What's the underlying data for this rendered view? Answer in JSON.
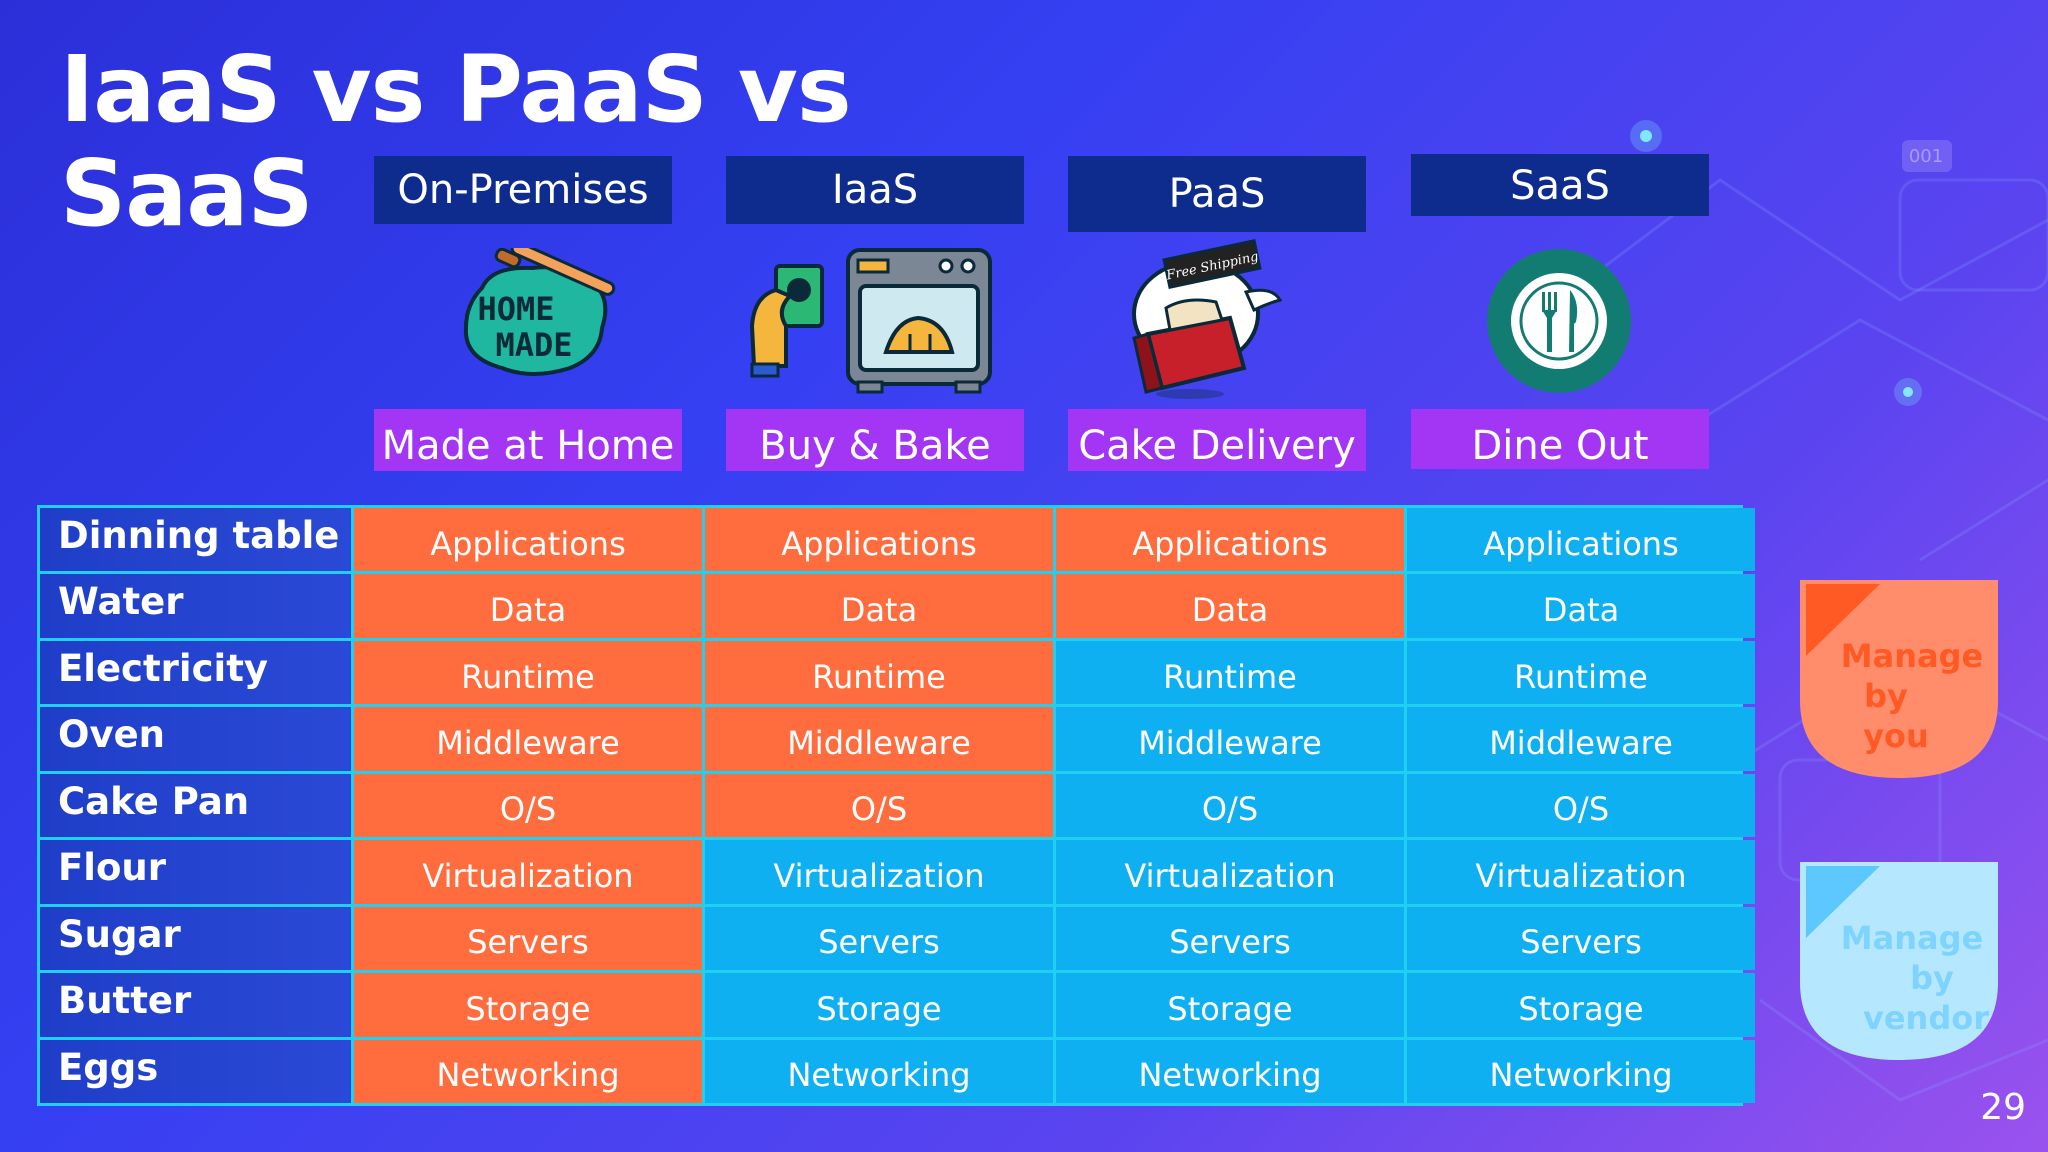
{
  "slide": {
    "title": "IaaS vs PaaS vs SaaS",
    "page_number": "29",
    "watermark": "001"
  },
  "columns": [
    {
      "header": "On-Premises",
      "analogy": "Made at Home",
      "icon": "home-made-icon",
      "icon_text": [
        "HOME",
        "MADE"
      ]
    },
    {
      "header": "IaaS",
      "analogy": "Buy & Bake",
      "icon": "oven-icon"
    },
    {
      "header": "PaaS",
      "analogy": "Cake Delivery",
      "icon": "cake-delivery-icon",
      "icon_text": [
        "Free Shipping"
      ]
    },
    {
      "header": "SaaS",
      "analogy": "Dine Out",
      "icon": "plate-cutlery-icon"
    }
  ],
  "rows": [
    {
      "label": "Dinning table",
      "layer": "Applications",
      "managed_by_you": [
        true,
        true,
        true,
        false
      ]
    },
    {
      "label": "Water",
      "layer": "Data",
      "managed_by_you": [
        true,
        true,
        true,
        false
      ]
    },
    {
      "label": "Electricity",
      "layer": "Runtime",
      "managed_by_you": [
        true,
        true,
        false,
        false
      ]
    },
    {
      "label": "Oven",
      "layer": "Middleware",
      "managed_by_you": [
        true,
        true,
        false,
        false
      ]
    },
    {
      "label": "Cake Pan",
      "layer": "O/S",
      "managed_by_you": [
        true,
        true,
        false,
        false
      ]
    },
    {
      "label": "Flour",
      "layer": "Virtualization",
      "managed_by_you": [
        true,
        false,
        false,
        false
      ]
    },
    {
      "label": "Sugar",
      "layer": "Servers",
      "managed_by_you": [
        true,
        false,
        false,
        false
      ]
    },
    {
      "label": "Butter",
      "layer": "Storage",
      "managed_by_you": [
        true,
        false,
        false,
        false
      ]
    },
    {
      "label": "Eggs",
      "layer": "Networking",
      "managed_by_you": [
        true,
        false,
        false,
        false
      ]
    }
  ],
  "legend": {
    "you": {
      "label": "Manage by you",
      "lines": [
        "Manage",
        "by",
        "you"
      ],
      "color": "#ff6d3f"
    },
    "vendor": {
      "label": "Manage by vendor",
      "lines": [
        "Manage",
        "by",
        "vendor"
      ],
      "color": "#0fb0f2"
    }
  },
  "colors": {
    "background_start": "#2b2fd8",
    "background_end": "#9a52ee",
    "header_bg": "#0e2c8e",
    "analogy_bg": "#a336f4",
    "grid_border": "#20d0f0"
  }
}
